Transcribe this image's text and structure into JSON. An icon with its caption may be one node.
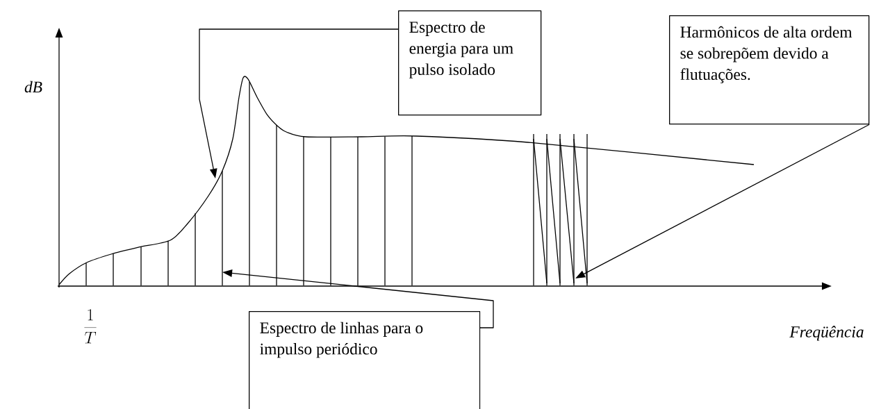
{
  "diagram": {
    "nodes": [
      {
        "text": [
          "Espectro de energia para um pulso isolado"
        ]
      },
      {
        "text": [
          "Harmônicos de alta ordem se sobrepõem devido a flutuações."
        ]
      },
      {
        "text": [
          "Espectro de linhas para o impulso periódico"
        ]
      }
    ],
    "edges": [
      {
        "from": 0,
        "to": null,
        "arrow": "to"
      },
      {
        "from": 1,
        "to": null,
        "arrow": "to"
      },
      {
        "from": 2,
        "to": null,
        "arrow": "to"
      }
    ],
    "labels": [
      "dB",
      "\\frac{1}{T}",
      "Freqüência"
    ]
  }
}
